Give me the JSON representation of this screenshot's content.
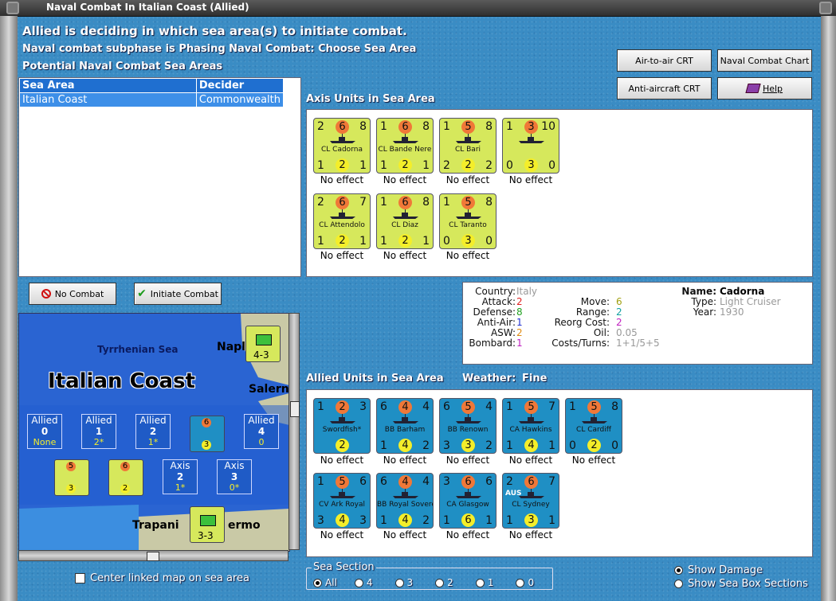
{
  "window": {
    "title": "Naval Combat In Italian Coast (Allied)"
  },
  "header": {
    "line1": "Allied is deciding in which sea area(s) to initiate combat.",
    "line2": "Naval combat subphase is Phasing Naval Combat: Choose Sea Area",
    "line3": "Potential Naval Combat Sea Areas"
  },
  "buttons": {
    "air_to_air": "Air-to-air CRT",
    "naval_chart": "Naval Combat Chart",
    "anti_aircraft": "Anti-aircraft CRT",
    "help": "Help",
    "no_combat": "No Combat",
    "initiate": "Initiate Combat"
  },
  "sea_table": {
    "headers": [
      "Sea Area",
      "Decider"
    ],
    "rows": [
      [
        "Italian Coast",
        "Commonwealth"
      ]
    ]
  },
  "axis_section": {
    "label": "Axis Units in Sea Area"
  },
  "axis_units": [
    {
      "name": "CL Cadorna",
      "tl": "2",
      "tc": "6",
      "tr": "8",
      "bl": "1",
      "bc": "2",
      "br": "1",
      "status": "No effect"
    },
    {
      "name": "CL Bande Nere",
      "tl": "1",
      "tc": "6",
      "tr": "8",
      "bl": "1",
      "bc": "2",
      "br": "1",
      "status": "No effect"
    },
    {
      "name": "CL Bari",
      "tl": "1",
      "tc": "5",
      "tr": "8",
      "bl": "2",
      "bc": "2",
      "br": "2",
      "status": "No effect"
    },
    {
      "name": "",
      "tl": "1",
      "tc": "3",
      "tr": "10",
      "bl": "0",
      "bc": "3",
      "br": "0",
      "status": "No effect"
    },
    {
      "name": "CL Attendolo",
      "tl": "2",
      "tc": "6",
      "tr": "7",
      "bl": "1",
      "bc": "2",
      "br": "1",
      "status": "No effect"
    },
    {
      "name": "CL Diaz",
      "tl": "1",
      "tc": "6",
      "tr": "8",
      "bl": "1",
      "bc": "2",
      "br": "1",
      "status": "No effect"
    },
    {
      "name": "CL Taranto",
      "tl": "1",
      "tc": "5",
      "tr": "8",
      "bl": "0",
      "bc": "3",
      "br": "0",
      "status": "No effect"
    }
  ],
  "info": {
    "country_label": "Country:",
    "country": "Italy",
    "attack_label": "Attack:",
    "attack": "2",
    "defense_label": "Defense:",
    "defense": "8",
    "antiair_label": "Anti-Air:",
    "antiair": "1",
    "asw_label": "ASW:",
    "asw": "2",
    "bombard_label": "Bombard:",
    "bombard": "1",
    "move_label": "Move:",
    "move": "6",
    "range_label": "Range:",
    "range": "2",
    "reorg_label": "Reorg Cost:",
    "reorg": "2",
    "oil_label": "Oil:",
    "oil": "0.05",
    "costs_label": "Costs/Turns:",
    "costs": "1+1/5+5",
    "name_label": "Name:",
    "name": "Cadorna",
    "type_label": "Type:",
    "type": "Light Cruiser",
    "year_label": "Year:",
    "year": "1930"
  },
  "allied_section": {
    "label": "Allied Units in Sea Area",
    "weather_label": "Weather:",
    "weather": "Fine"
  },
  "allied_units": [
    {
      "name": "Swordfish*",
      "tl": "1",
      "tc": "2",
      "tr": "3",
      "bl": "",
      "bc": "2",
      "br": "",
      "status": "No effect"
    },
    {
      "name": "BB Barham",
      "tl": "6",
      "tc": "4",
      "tr": "4",
      "bl": "1",
      "bc": "4",
      "br": "2",
      "status": "No effect"
    },
    {
      "name": "BB Renown",
      "tl": "6",
      "tc": "5",
      "tr": "4",
      "bl": "3",
      "bc": "3",
      "br": "2",
      "status": "No effect"
    },
    {
      "name": "CA Hawkins",
      "tl": "1",
      "tc": "5",
      "tr": "7",
      "bl": "1",
      "bc": "4",
      "br": "1",
      "status": "No effect"
    },
    {
      "name": "CL Cardiff",
      "tl": "1",
      "tc": "5",
      "tr": "8",
      "bl": "0",
      "bc": "2",
      "br": "0",
      "status": "No effect"
    },
    {
      "name": "CV Ark Royal",
      "tl": "1",
      "tc": "5",
      "tr": "6",
      "bl": "3",
      "bc": "4",
      "br": "3",
      "status": "No effect"
    },
    {
      "name": "BB Royal Sovereign",
      "tl": "6",
      "tc": "4",
      "tr": "4",
      "bl": "1",
      "bc": "4",
      "br": "2",
      "status": "No effect"
    },
    {
      "name": "CA Glasgow",
      "tl": "3",
      "tc": "6",
      "tr": "6",
      "bl": "1",
      "bc": "6",
      "br": "1",
      "status": "No effect"
    },
    {
      "name": "CL Sydney",
      "tl": "2",
      "tc": "6",
      "tr": "7",
      "bl": "1",
      "bc": "3",
      "br": "1",
      "status": "No effect",
      "badge": "AUS"
    }
  ],
  "map": {
    "sea_name": "Tyrrhenian Sea",
    "area_name": "Italian Coast",
    "naples": "Napl",
    "salerno": "Salern",
    "trapani": "Trapani",
    "palermo": "ermo",
    "boxes": [
      {
        "side": "Allied",
        "num": "0",
        "sub": "None"
      },
      {
        "side": "Allied",
        "num": "1",
        "sub": "2*"
      },
      {
        "side": "Allied",
        "num": "2",
        "sub": "1*"
      },
      {
        "side": "Allied",
        "num": "4",
        "sub": "0"
      },
      {
        "side": "Axis",
        "num": "2",
        "sub": "1*"
      },
      {
        "side": "Axis",
        "num": "3",
        "sub": "0*"
      }
    ],
    "corps_top": "4-3",
    "corps_bottom": "3-3"
  },
  "center_linked": "Center linked map on sea area",
  "sea_section": {
    "label": "Sea Section",
    "options": [
      "All",
      "4",
      "3",
      "2",
      "1",
      "0"
    ]
  },
  "show_damage": "Show Damage",
  "show_sea_box": "Show Sea Box Sections"
}
